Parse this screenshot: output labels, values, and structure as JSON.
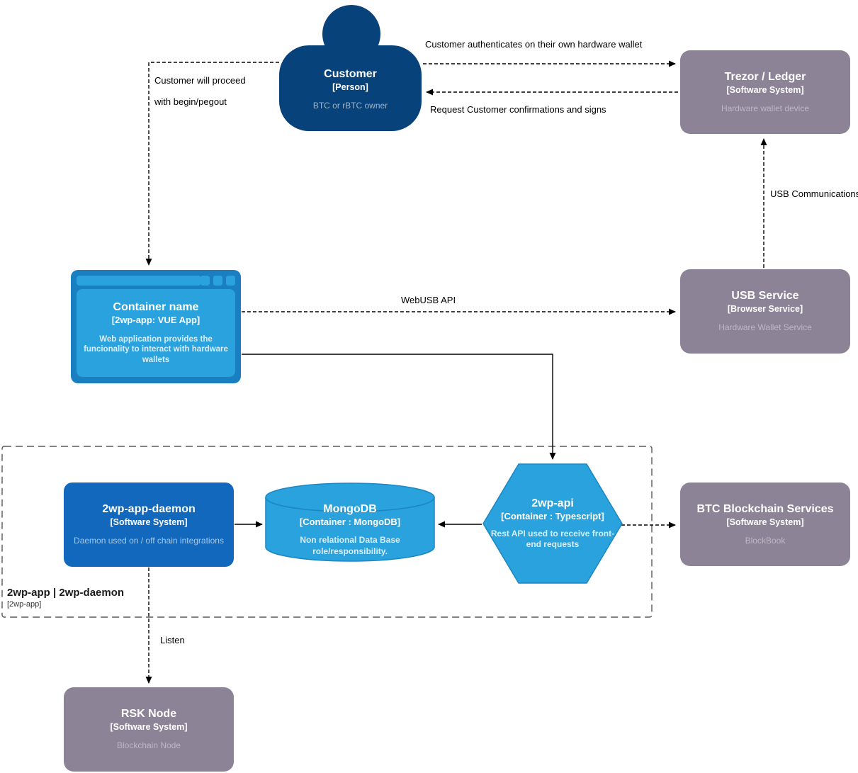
{
  "colors": {
    "person": "#08427b",
    "person_desc": "#9cb4cb",
    "blue": "#1168bd",
    "blue_desc": "#a5c9e8",
    "lightblue": "#29a2dd",
    "lightblue_frame": "#1a7fc1",
    "lightblue_stroke": "#1b87c2",
    "lightblue_desc": "#d8eefa",
    "gray": "#8c8496",
    "gray_desc": "#bdb7c5",
    "line": "#000000",
    "boundary": "#595959"
  },
  "nodes": {
    "customer": {
      "title": "Customer",
      "subtitle": "[Person]",
      "description": "BTC or rBTC owner"
    },
    "trezor": {
      "title": "Trezor / Ledger",
      "subtitle": "[Software System]",
      "description": "Hardware wallet device"
    },
    "webapp": {
      "title": "Container name",
      "subtitle": "[2wp-app: VUE App]",
      "description": "Web application provides the funcionality to interact with hardware wallets"
    },
    "usb_service": {
      "title": "USB Service",
      "subtitle": "[Browser Service]",
      "description": "Hardware Wallet Service"
    },
    "daemon": {
      "title": "2wp-app-daemon",
      "subtitle": "[Software System]",
      "description": "Daemon used on / off chain integrations"
    },
    "mongodb": {
      "title": "MongoDB",
      "subtitle": "[Container : MongoDB]",
      "description": "Non relational Data Base role/responsibility."
    },
    "api": {
      "title": "2wp-api",
      "subtitle": "[Container : Typescript]",
      "description": "Rest API used to receive front-end requests"
    },
    "btc": {
      "title": "BTC Blockchain Services",
      "subtitle": "[Software System]",
      "description": "BlockBook"
    },
    "rsk": {
      "title": "RSK Node",
      "subtitle": "[Software System]",
      "description": "Blockchain Node"
    }
  },
  "boundary": {
    "title": "2wp-app | 2wp-daemon",
    "subtitle": "[2wp-app]"
  },
  "edges": {
    "auth": "Customer authenticates on their own hardware wallet",
    "confirm": "Request Customer confirmations and signs",
    "proceed_line1": "Customer will proceed",
    "proceed_line2": "with begin/pegout",
    "webusb": "WebUSB API",
    "usb_comm": "USB Communications",
    "listen": "Listen"
  }
}
